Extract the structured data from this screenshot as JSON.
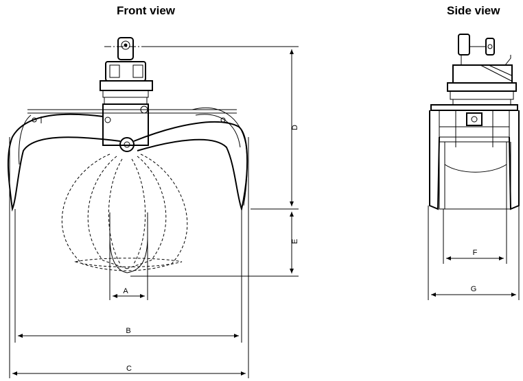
{
  "titles": {
    "front": "Front view",
    "side": "Side view"
  },
  "dimensions": {
    "A": "A",
    "B": "B",
    "C": "C",
    "D": "D",
    "E": "E",
    "F": "F",
    "G": "G"
  }
}
